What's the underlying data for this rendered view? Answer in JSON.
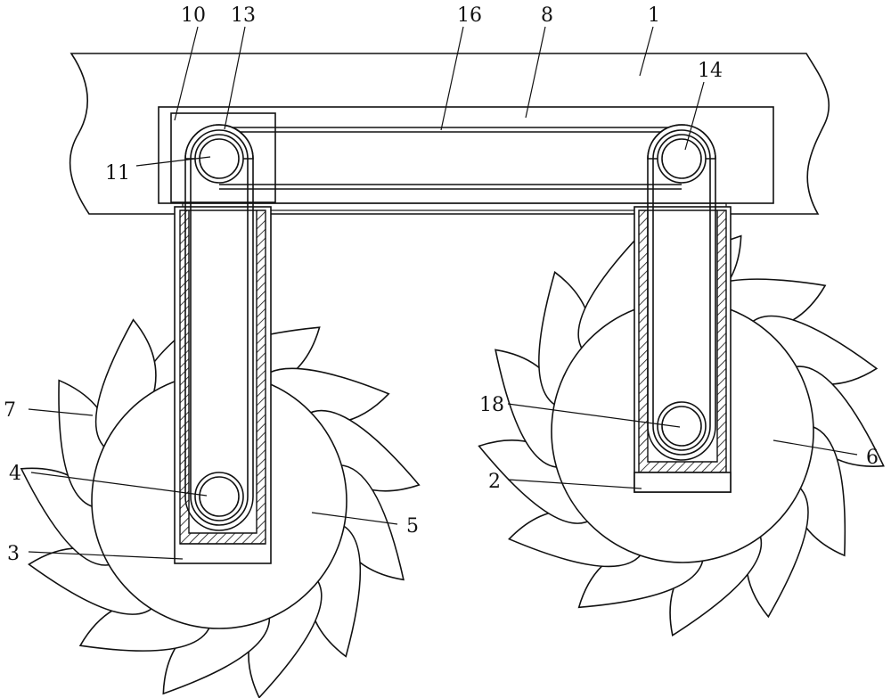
{
  "labels": {
    "l1": "1",
    "l2": "2",
    "l3": "3",
    "l4": "4",
    "l5": "5",
    "l6": "6",
    "l7": "7",
    "l8": "8",
    "l10": "10",
    "l11": "11",
    "l13": "13",
    "l14": "14",
    "l16": "16",
    "l18": "18"
  }
}
